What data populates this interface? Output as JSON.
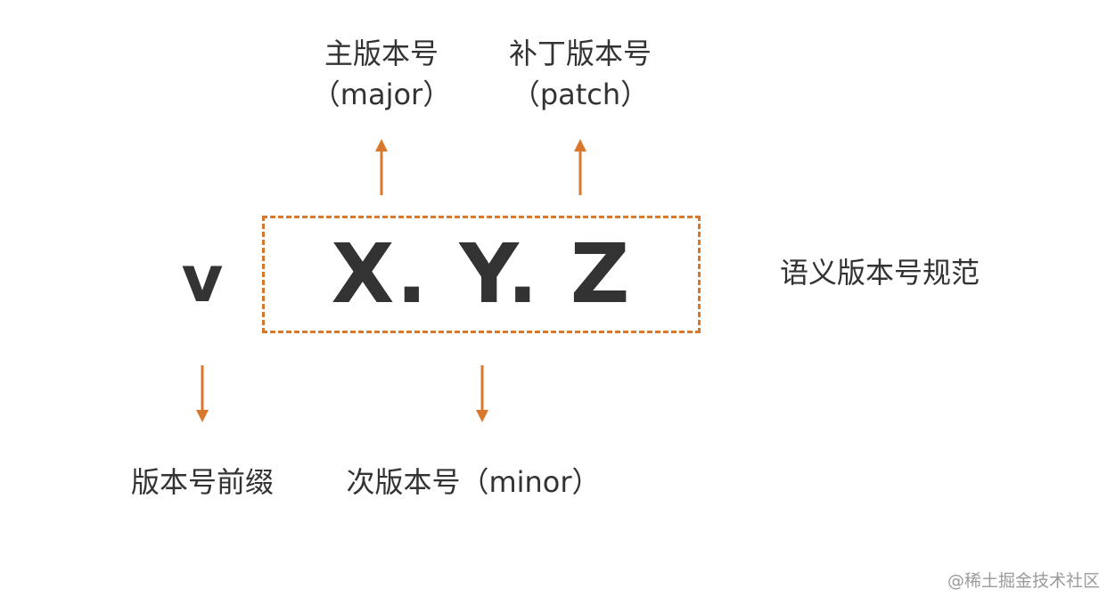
{
  "major": {
    "title": "主版本号",
    "subtitle": "（major）"
  },
  "patch": {
    "title": "补丁版本号",
    "subtitle": "（patch）"
  },
  "prefix": {
    "symbol": "v",
    "label": "版本号前缀"
  },
  "version": {
    "text": "X. Y. Z"
  },
  "minor": {
    "label": "次版本号（minor）"
  },
  "spec": {
    "label": "语义版本号规范"
  },
  "watermark": {
    "text": "@稀土掘金技术社区"
  },
  "colors": {
    "accent": "#d9782d",
    "text": "#333333",
    "watermark": "#9a9a9a"
  }
}
